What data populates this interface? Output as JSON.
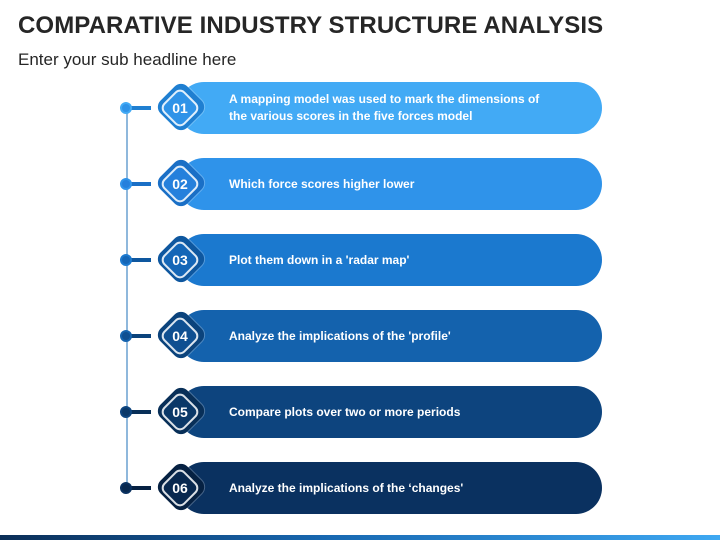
{
  "header": {
    "title": "COMPARATIVE INDUSTRY STRUCTURE ANALYSIS",
    "subtitle": "Enter your sub headline here"
  },
  "steps": [
    {
      "number": "01",
      "text": "A mapping model was used to mark the dimensions of the various scores in the five forces model",
      "pill_color": "#42aaf5",
      "diamond_color": "#2f93e8",
      "dark_color": "#1f7fd1"
    },
    {
      "number": "02",
      "text": "Which force scores higher lower",
      "pill_color": "#2f93ea",
      "diamond_color": "#2580dc",
      "dark_color": "#1a6fc6"
    },
    {
      "number": "03",
      "text": "Plot them down in a 'radar map'",
      "pill_color": "#1b79cf",
      "diamond_color": "#1466b7",
      "dark_color": "#0e579f"
    },
    {
      "number": "04",
      "text": "Analyze the implications of the 'profile'",
      "pill_color": "#1462ad",
      "diamond_color": "#0f4f91",
      "dark_color": "#0b437c"
    },
    {
      "number": "05",
      "text": "Compare plots over two or more periods",
      "pill_color": "#0d447e",
      "diamond_color": "#0a3868",
      "dark_color": "#082f58"
    },
    {
      "number": "06",
      "text": "Analyze the implications of the ‘changes'",
      "pill_color": "#0a3160",
      "diamond_color": "#08284f",
      "dark_color": "#062142"
    }
  ]
}
